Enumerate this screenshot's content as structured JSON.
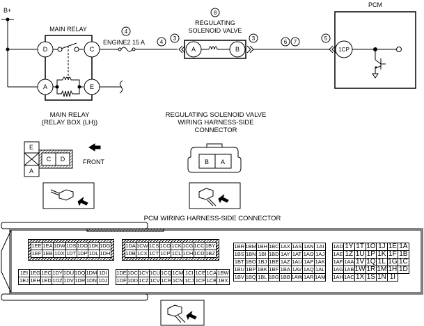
{
  "schematic": {
    "power_label": "B+",
    "main_relay": {
      "title": "MAIN RELAY",
      "terminals": [
        "D",
        "C",
        "A",
        "E"
      ]
    },
    "fuse": {
      "label": "ENGINE2 15 A",
      "ref_above": "4",
      "ref_right": "4"
    },
    "solenoid": {
      "title_line1": "REGULATING",
      "title_line2": "SOLENOID VALVE",
      "ref": "8",
      "terminals": [
        "A",
        "B"
      ],
      "ref_left": "3",
      "ref_right": "3"
    },
    "wire_refs": [
      "6",
      "7"
    ],
    "pcm": {
      "title": "PCM",
      "terminal": "1CP",
      "ref": "5"
    }
  },
  "relay_connector": {
    "title_line1": "MAIN RELAY",
    "title_line2": "(RELAY BOX (LH))",
    "terminals": [
      "E",
      "C",
      "D",
      "A"
    ],
    "front_label": "FRONT"
  },
  "solenoid_connector": {
    "title_line1": "REGULATING SOLENOID VALVE",
    "title_line2": "WIRING HARNESS-SIDE",
    "title_line3": "CONNECTOR",
    "terminals": [
      "B",
      "A"
    ]
  },
  "pcm_connector": {
    "title": "PCM WIRING HARNESS-SIDE CONNECTOR",
    "block1": [
      [
        "1EE",
        "1EA",
        "1DW",
        "1DS",
        "1DO",
        "1DK",
        "1DG"
      ],
      [
        "1EF",
        "1EB",
        "1DX",
        "1DT",
        "1DP",
        "1DL",
        "1DH"
      ]
    ],
    "block2": [
      [
        "1DA",
        "1CW",
        "1CS",
        "1CO",
        "1CK",
        "1CG",
        "1CC",
        "1BY"
      ],
      [
        "1DB",
        "1CX",
        "1CT",
        "1CP",
        "1CL",
        "1CH",
        "1CD",
        "1BZ"
      ]
    ],
    "block3": [
      [
        "1EI",
        "1EG",
        "1EC",
        "1DY",
        "1DU",
        "1DQ",
        "1DM",
        "1DI"
      ],
      [
        "1EJ",
        "1EH",
        "1ED",
        "1DZ",
        "1DV",
        "1DR",
        "1DN",
        "1DJ"
      ]
    ],
    "block4": [
      [
        "1DE",
        "1DC",
        "1CY",
        "1CU",
        "1CQ",
        "1CM",
        "1CI",
        "1CE",
        "1CA",
        "1BW"
      ],
      [
        "1DF",
        "1DD",
        "1CZ",
        "1CV",
        "1CR",
        "1CN",
        "1CJ",
        "1CF",
        "1CB",
        "1BX"
      ]
    ],
    "block5": [
      [
        "1BR",
        "1BM",
        "1BH",
        "1BC",
        "1AX",
        "1AS",
        "1AN",
        "1AI"
      ],
      [
        "1BS",
        "1BN",
        "1BI",
        "1BD",
        "1AY",
        "1AT",
        "1AO",
        "1AJ"
      ],
      [
        "1BT",
        "1BO",
        "1BJ",
        "1BE",
        "1AZ",
        "1AU",
        "1AP",
        "1AK"
      ],
      [
        "1BU",
        "1BP",
        "1BK",
        "1BF",
        "1BA",
        "1AV",
        "1AQ",
        "1AL"
      ],
      [
        "1BV",
        "1BQ",
        "1BL",
        "1BG",
        "1BB",
        "1AW",
        "1AR",
        "1AM"
      ]
    ],
    "block6": [
      [
        "1AD",
        "1Y",
        "1T",
        "1O",
        "1J",
        "1E",
        "1A"
      ],
      [
        "1AE",
        "1Z",
        "1U",
        "1P",
        "1K",
        "1F",
        "1B"
      ],
      [
        "1AF",
        "1AA",
        "1V",
        "1Q",
        "1L",
        "1G",
        "1C"
      ],
      [
        "1AG",
        "1AB",
        "1W",
        "1R",
        "1M",
        "1H",
        "1D"
      ],
      [
        "1AH",
        "1AC",
        "1X",
        "1S",
        "1N",
        "1I",
        ""
      ]
    ]
  }
}
